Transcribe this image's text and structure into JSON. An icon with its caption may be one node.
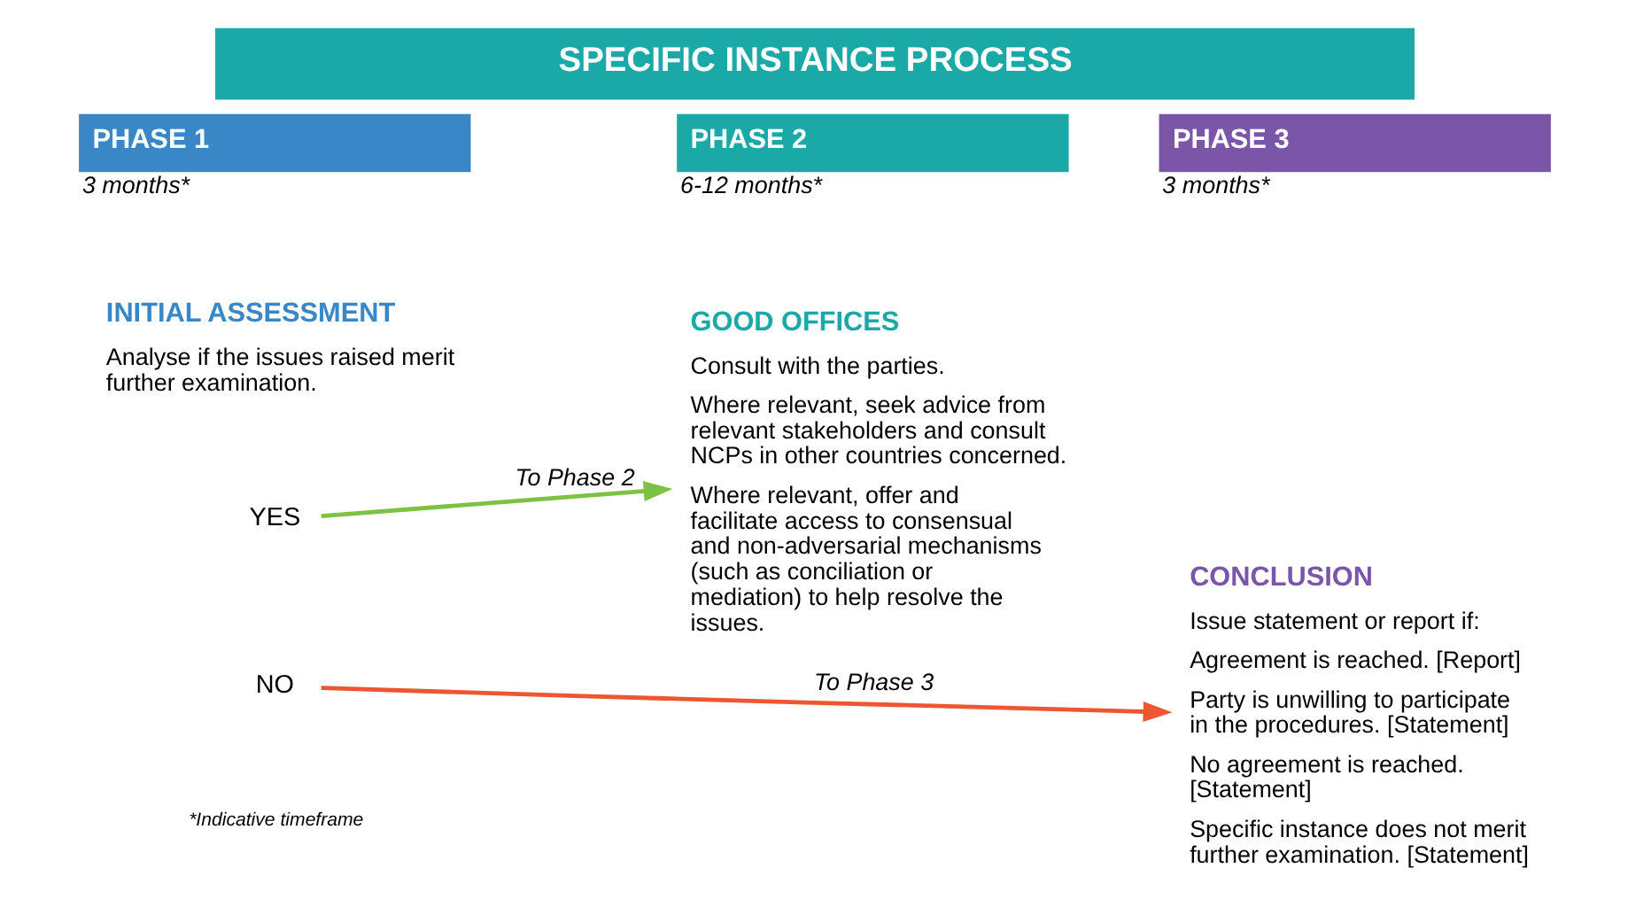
{
  "diagram": {
    "title": "SPECIFIC INSTANCE PROCESS",
    "nodes": [
      {
        "text": [
          "PHASE 1"
        ],
        "beside": [
          "3 months*"
        ]
      },
      {
        "text": [
          "PHASE 2"
        ],
        "beside": [
          "6-12 months*"
        ]
      },
      {
        "text": [
          "PHASE 3"
        ],
        "beside": [
          "3 months*"
        ]
      },
      {
        "text": [
          "INITIAL ASSESSMENT",
          "Analyse if the issues raised merit further examination."
        ]
      },
      {
        "text": [
          "YES"
        ]
      },
      {
        "text": [
          "NO"
        ]
      },
      {
        "text": [
          "GOOD OFFICES",
          "Consult with the parties.",
          "Where relevant, seek advice from relevant stakeholders and consult NCPs in other countries concerned.",
          "Where relevant, offer and facilitate access to consensual and non-adversarial mechanisms (such as conciliation or mediation) to help resolve the issues."
        ]
      },
      {
        "text": [
          "CONCLUSION",
          "Issue statement or report if:",
          "Agreement is reached. [Report]",
          "Party is unwilling to participate in the procedures. [Statement]",
          "No agreement is reached. [Statement]",
          "Specific instance does not merit further examination. [Statement]"
        ]
      }
    ],
    "edges": [
      {
        "from": 4,
        "to": 6,
        "arrow": "to",
        "label": "To Phase 2",
        "color": "#7dc242"
      },
      {
        "from": 5,
        "to": 7,
        "arrow": "to",
        "label": "To Phase 3",
        "color": "#ee5533"
      }
    ],
    "labels": [
      "*Indicative timeframe"
    ]
  }
}
